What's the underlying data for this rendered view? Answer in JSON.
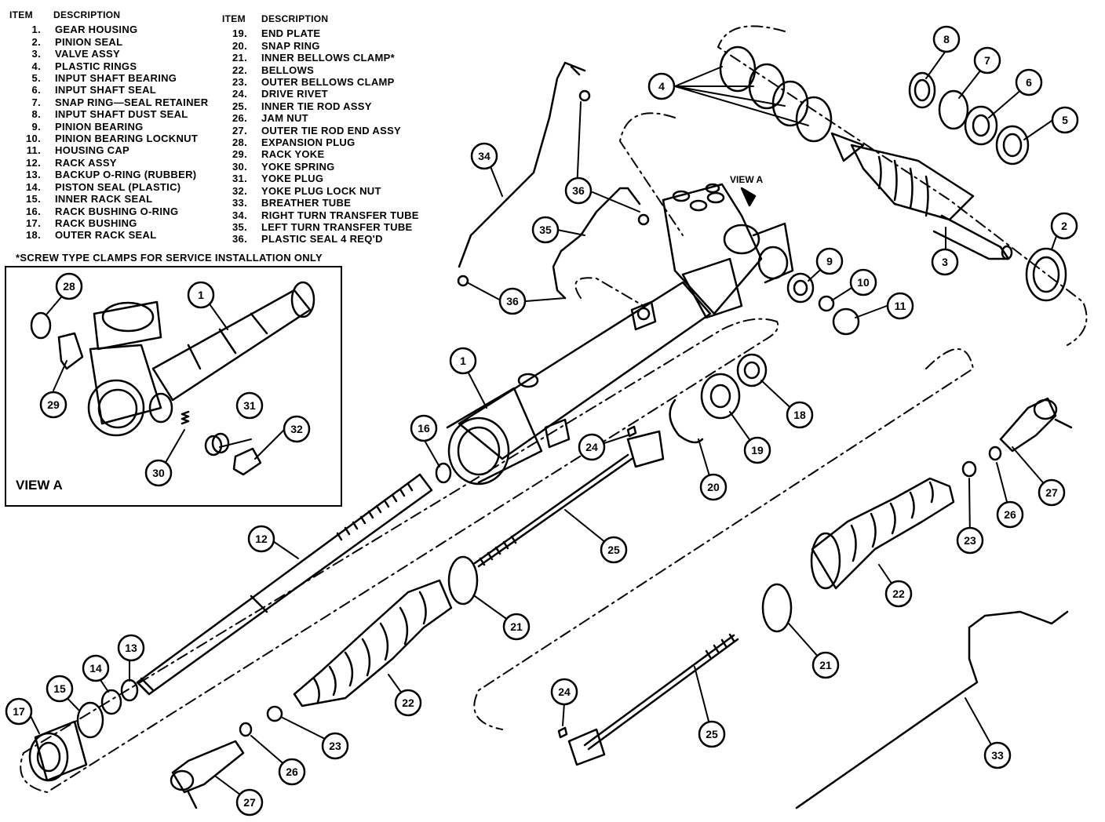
{
  "legend": {
    "header_item": "ITEM",
    "header_desc": "DESCRIPTION",
    "left": [
      {
        "num": "1.",
        "desc": "GEAR HOUSING"
      },
      {
        "num": "2.",
        "desc": "PINION SEAL"
      },
      {
        "num": "3.",
        "desc": "VALVE ASSY"
      },
      {
        "num": "4.",
        "desc": "PLASTIC RINGS"
      },
      {
        "num": "5.",
        "desc": "INPUT SHAFT BEARING"
      },
      {
        "num": "6.",
        "desc": "INPUT SHAFT SEAL"
      },
      {
        "num": "7.",
        "desc": "SNAP RING—SEAL RETAINER"
      },
      {
        "num": "8.",
        "desc": "INPUT SHAFT DUST SEAL"
      },
      {
        "num": "9.",
        "desc": "PINION BEARING"
      },
      {
        "num": "10.",
        "desc": "PINION BEARING LOCKNUT"
      },
      {
        "num": "11.",
        "desc": "HOUSING CAP"
      },
      {
        "num": "12.",
        "desc": "RACK ASSY"
      },
      {
        "num": "13.",
        "desc": "BACKUP O-RING (RUBBER)"
      },
      {
        "num": "14.",
        "desc": "PISTON SEAL (PLASTIC)"
      },
      {
        "num": "15.",
        "desc": "INNER RACK SEAL"
      },
      {
        "num": "16.",
        "desc": "RACK BUSHING O-RING"
      },
      {
        "num": "17.",
        "desc": "RACK BUSHING"
      },
      {
        "num": "18.",
        "desc": "OUTER RACK SEAL"
      }
    ],
    "right": [
      {
        "num": "19.",
        "desc": "END PLATE"
      },
      {
        "num": "20.",
        "desc": "SNAP RING"
      },
      {
        "num": "21.",
        "desc": "INNER BELLOWS CLAMP*"
      },
      {
        "num": "22.",
        "desc": "BELLOWS"
      },
      {
        "num": "23.",
        "desc": "OUTER BELLOWS CLAMP"
      },
      {
        "num": "24.",
        "desc": "DRIVE RIVET"
      },
      {
        "num": "25.",
        "desc": "INNER TIE ROD ASSY"
      },
      {
        "num": "26.",
        "desc": "JAM NUT"
      },
      {
        "num": "27.",
        "desc": "OUTER TIE ROD END ASSY"
      },
      {
        "num": "28.",
        "desc": "EXPANSION PLUG"
      },
      {
        "num": "29.",
        "desc": "RACK YOKE"
      },
      {
        "num": "30.",
        "desc": "YOKE SPRING"
      },
      {
        "num": "31.",
        "desc": "YOKE PLUG"
      },
      {
        "num": "32.",
        "desc": "YOKE PLUG LOCK NUT"
      },
      {
        "num": "33.",
        "desc": "BREATHER TUBE"
      },
      {
        "num": "34.",
        "desc": "RIGHT TURN TRANSFER TUBE"
      },
      {
        "num": "35.",
        "desc": "LEFT TURN TRANSFER TUBE"
      },
      {
        "num": "36.",
        "desc": "PLASTIC SEAL 4 REQ'D"
      }
    ],
    "footnote": "*SCREW TYPE CLAMPS FOR SERVICE INSTALLATION ONLY"
  },
  "view_a": {
    "caption": "VIEW A",
    "pointer_label": "VIEW A"
  },
  "callouts": [
    "1",
    "2",
    "3",
    "4",
    "5",
    "6",
    "7",
    "8",
    "9",
    "10",
    "11",
    "12",
    "13",
    "14",
    "15",
    "16",
    "17",
    "18",
    "19",
    "20",
    "21",
    "22",
    "23",
    "24",
    "25",
    "26",
    "27",
    "28",
    "29",
    "30",
    "31",
    "32",
    "33",
    "34",
    "35",
    "36"
  ]
}
